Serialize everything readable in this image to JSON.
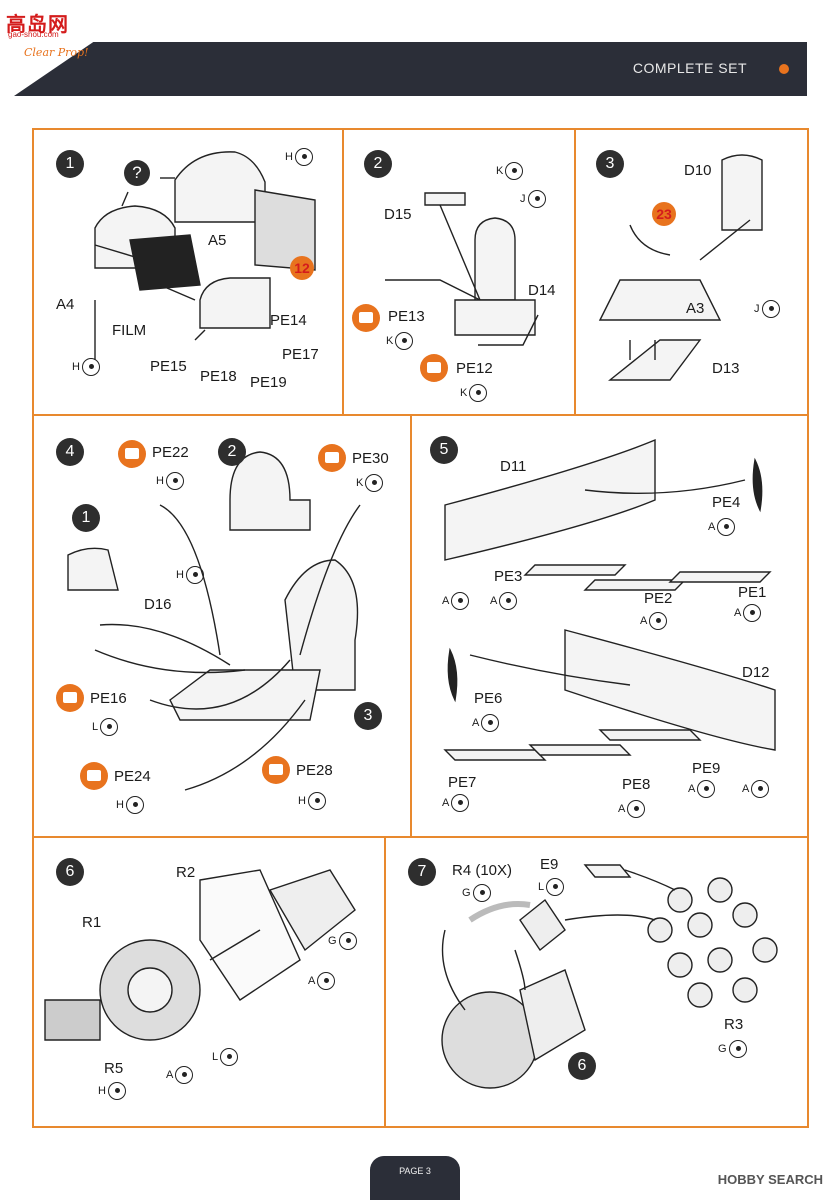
{
  "watermark": {
    "text": "高岛网",
    "sub": "gao-shou.com"
  },
  "logo": {
    "text": "Clear Prop!"
  },
  "header": {
    "title": "COMPLETE SET"
  },
  "footer": {
    "page": "PAGE 3",
    "source": "HOBBY SEARCH"
  },
  "steps": {
    "s1": {
      "num": "1",
      "question": "?",
      "ref": "12",
      "parts": {
        "a5": "A5",
        "a4": "A4",
        "film": "FILM",
        "pe14": "PE14",
        "pe15": "PE15",
        "pe17": "PE17",
        "pe18": "PE18",
        "pe19": "PE19"
      },
      "glue": {
        "g1": "H",
        "g2": "H"
      }
    },
    "s2": {
      "num": "2",
      "parts": {
        "d15": "D15",
        "d14": "D14",
        "pe13": "PE13",
        "pe12": "PE12"
      },
      "glue": {
        "g1": "K",
        "g2": "J",
        "g3": "K",
        "g4": "K"
      }
    },
    "s3": {
      "num": "3",
      "ref": "23",
      "parts": {
        "d10": "D10",
        "a3": "A3",
        "d13": "D13"
      },
      "glue": {
        "g1": "J"
      }
    },
    "s4": {
      "num": "4",
      "sub1": "1",
      "sub2": "2",
      "sub3": "3",
      "parts": {
        "pe22": "PE22",
        "pe30": "PE30",
        "d16": "D16",
        "pe16": "PE16",
        "pe24": "PE24",
        "pe28": "PE28"
      },
      "glue": {
        "g1": "H",
        "g2": "K",
        "g3": "H",
        "g4": "L",
        "g5": "H",
        "g6": "H"
      }
    },
    "s5": {
      "num": "5",
      "parts": {
        "d11": "D11",
        "pe4": "PE4",
        "pe3": "PE3",
        "pe2": "PE2",
        "pe1": "PE1",
        "d12": "D12",
        "pe6": "PE6",
        "pe7": "PE7",
        "pe8": "PE8",
        "pe9": "PE9"
      },
      "glue": {
        "g1": "A",
        "g2": "A",
        "g3": "A",
        "g4": "A",
        "g5": "A",
        "g6": "A",
        "g7": "A",
        "g8": "A",
        "g9": "A",
        "g10": "A"
      }
    },
    "s6": {
      "num": "6",
      "parts": {
        "r2": "R2",
        "r1": "R1",
        "r5": "R5"
      },
      "glue": {
        "g1": "G",
        "g2": "A",
        "g3": "L",
        "g4": "A",
        "g5": "H"
      }
    },
    "s7": {
      "num": "7",
      "sub": "6",
      "parts": {
        "r4": "R4 (10X)",
        "e9": "E9",
        "r3": "R3"
      },
      "glue": {
        "g1": "G",
        "g2": "L",
        "g3": "G"
      }
    }
  },
  "colors": {
    "accent": "#e8892e",
    "dark": "#2b2e38",
    "orange": "#e8731e"
  }
}
